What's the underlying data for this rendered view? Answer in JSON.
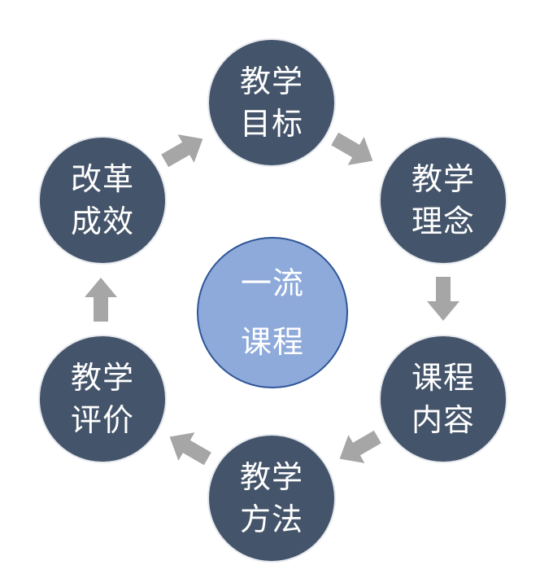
{
  "diagram": {
    "center": {
      "line1": "一流",
      "line2": "课程"
    },
    "nodes": [
      {
        "line1": "教学",
        "line2": "目标"
      },
      {
        "line1": "教学",
        "line2": "理念"
      },
      {
        "line1": "课程",
        "line2": "内容"
      },
      {
        "line1": "教学",
        "line2": "方法"
      },
      {
        "line1": "教学",
        "line2": "评价"
      },
      {
        "line1": "改革",
        "line2": "成效"
      }
    ],
    "colors": {
      "node_fill": "#44546a",
      "node_border": "#e6e9ee",
      "center_fill": "#8eaadb",
      "center_border": "#2f5597",
      "arrow_fill": "#a6a6a6",
      "text": "#ffffff"
    }
  }
}
